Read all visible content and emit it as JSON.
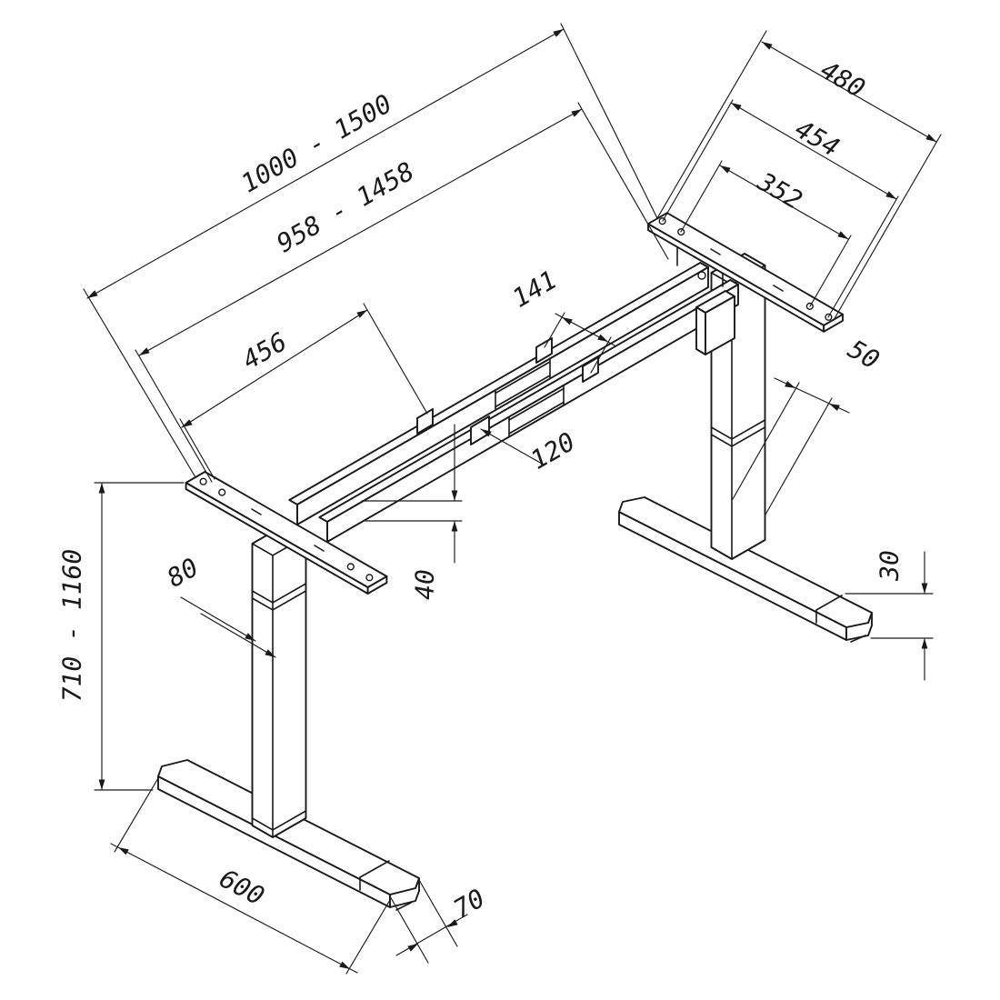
{
  "drawing": {
    "background": "#ffffff",
    "line_color": "#1a1a1a"
  },
  "dimensions": {
    "frame_width_max": "1000 - 1500",
    "frame_width_inner": "958 - 1458",
    "rail_segment": "456",
    "bracket_length": "480",
    "bracket_holes_outer": "454",
    "bracket_holes_inner": "352",
    "rail_spacing": "141",
    "column_depth": "50",
    "crossbar_width": "120",
    "crossbar_height": "40",
    "column_width": "80",
    "height_range": "710 - 1160",
    "foot_length": "600",
    "foot_width": "70",
    "foot_height": "30"
  }
}
